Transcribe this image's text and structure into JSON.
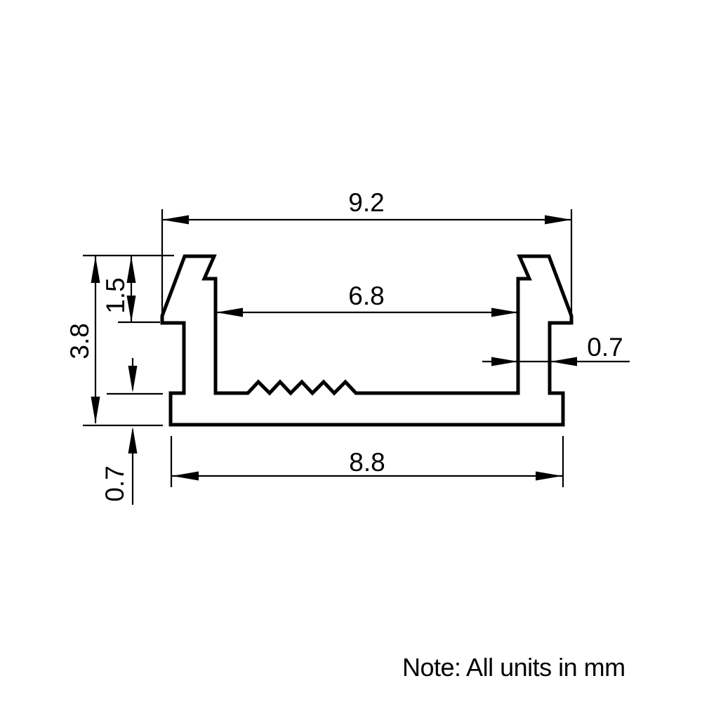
{
  "note": "Note: All units in mm",
  "units": "mm",
  "dimensions": {
    "overall_width": "9.2",
    "opening_width": "6.8",
    "flange_height": "1.5",
    "overall_height": "3.8",
    "wall_thickness": "0.7",
    "base_thickness": "0.7",
    "base_width": "8.8"
  },
  "colors": {
    "line": "#000000",
    "background": "#ffffff"
  }
}
